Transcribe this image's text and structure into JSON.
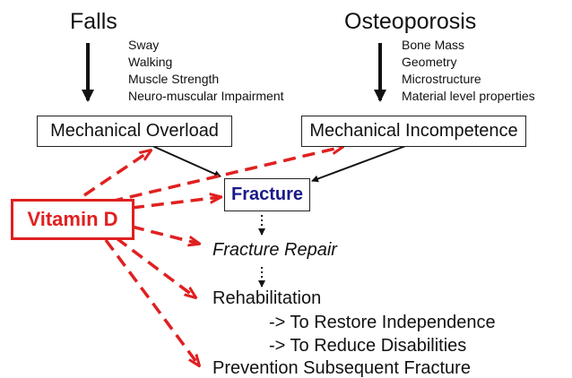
{
  "falls": {
    "title": "Falls",
    "factors": [
      "Sway",
      "Walking",
      "Muscle Strength",
      "Neuro-muscular Impairment"
    ]
  },
  "osteoporosis": {
    "title": "Osteoporosis",
    "factors": [
      "Bone Mass",
      "Geometry",
      "Microstructure",
      "Material level properties"
    ]
  },
  "boxes": {
    "mechanical_overload": "Mechanical Overload",
    "mechanical_incompetence": "Mechanical Incompetence",
    "fracture": "Fracture",
    "vitamin_d": "Vitamin D"
  },
  "outcomes": {
    "fracture_repair": "Fracture Repair",
    "rehabilitation": "Rehabilitation",
    "restore_independence": "-> To Restore Independence",
    "reduce_disabilities": "-> To Reduce Disabilities",
    "prevention": "Prevention Subsequent Fracture"
  },
  "colors": {
    "vitamin_d": "#e02020",
    "fracture": "#1a1a8a",
    "lines": "#111111"
  }
}
